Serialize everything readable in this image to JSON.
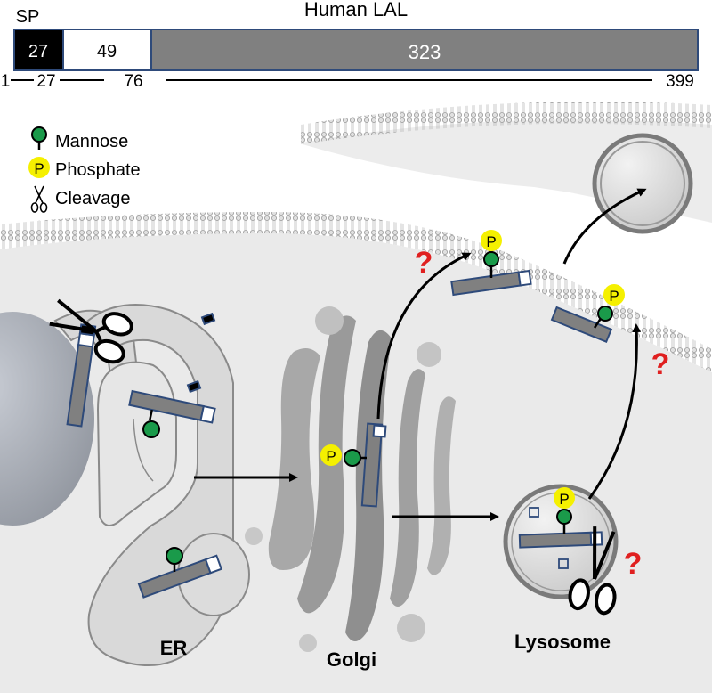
{
  "protein_bar": {
    "title": "Human LAL",
    "sp_label": "SP",
    "segments": [
      "27",
      "49",
      "323"
    ],
    "positions": [
      "1",
      "27",
      "76",
      "399"
    ]
  },
  "legend": {
    "mannose": "Mannose",
    "phosphate": "Phosphate",
    "cleavage": "Cleavage"
  },
  "symbols": {
    "phosphate_letter": "P",
    "unknown_mark": "?"
  },
  "organelles": {
    "er": "ER",
    "golgi": "Golgi",
    "lysosome": "Lysosome"
  },
  "colors": {
    "signal_peptide": "#000000",
    "propeptide": "#ffffff",
    "mature": "#808080",
    "outline_blue": "#2e4a7a",
    "mannose_green": "#1a9a4a",
    "phosphate_yellow": "#f5f000",
    "question_red": "#e02020"
  }
}
